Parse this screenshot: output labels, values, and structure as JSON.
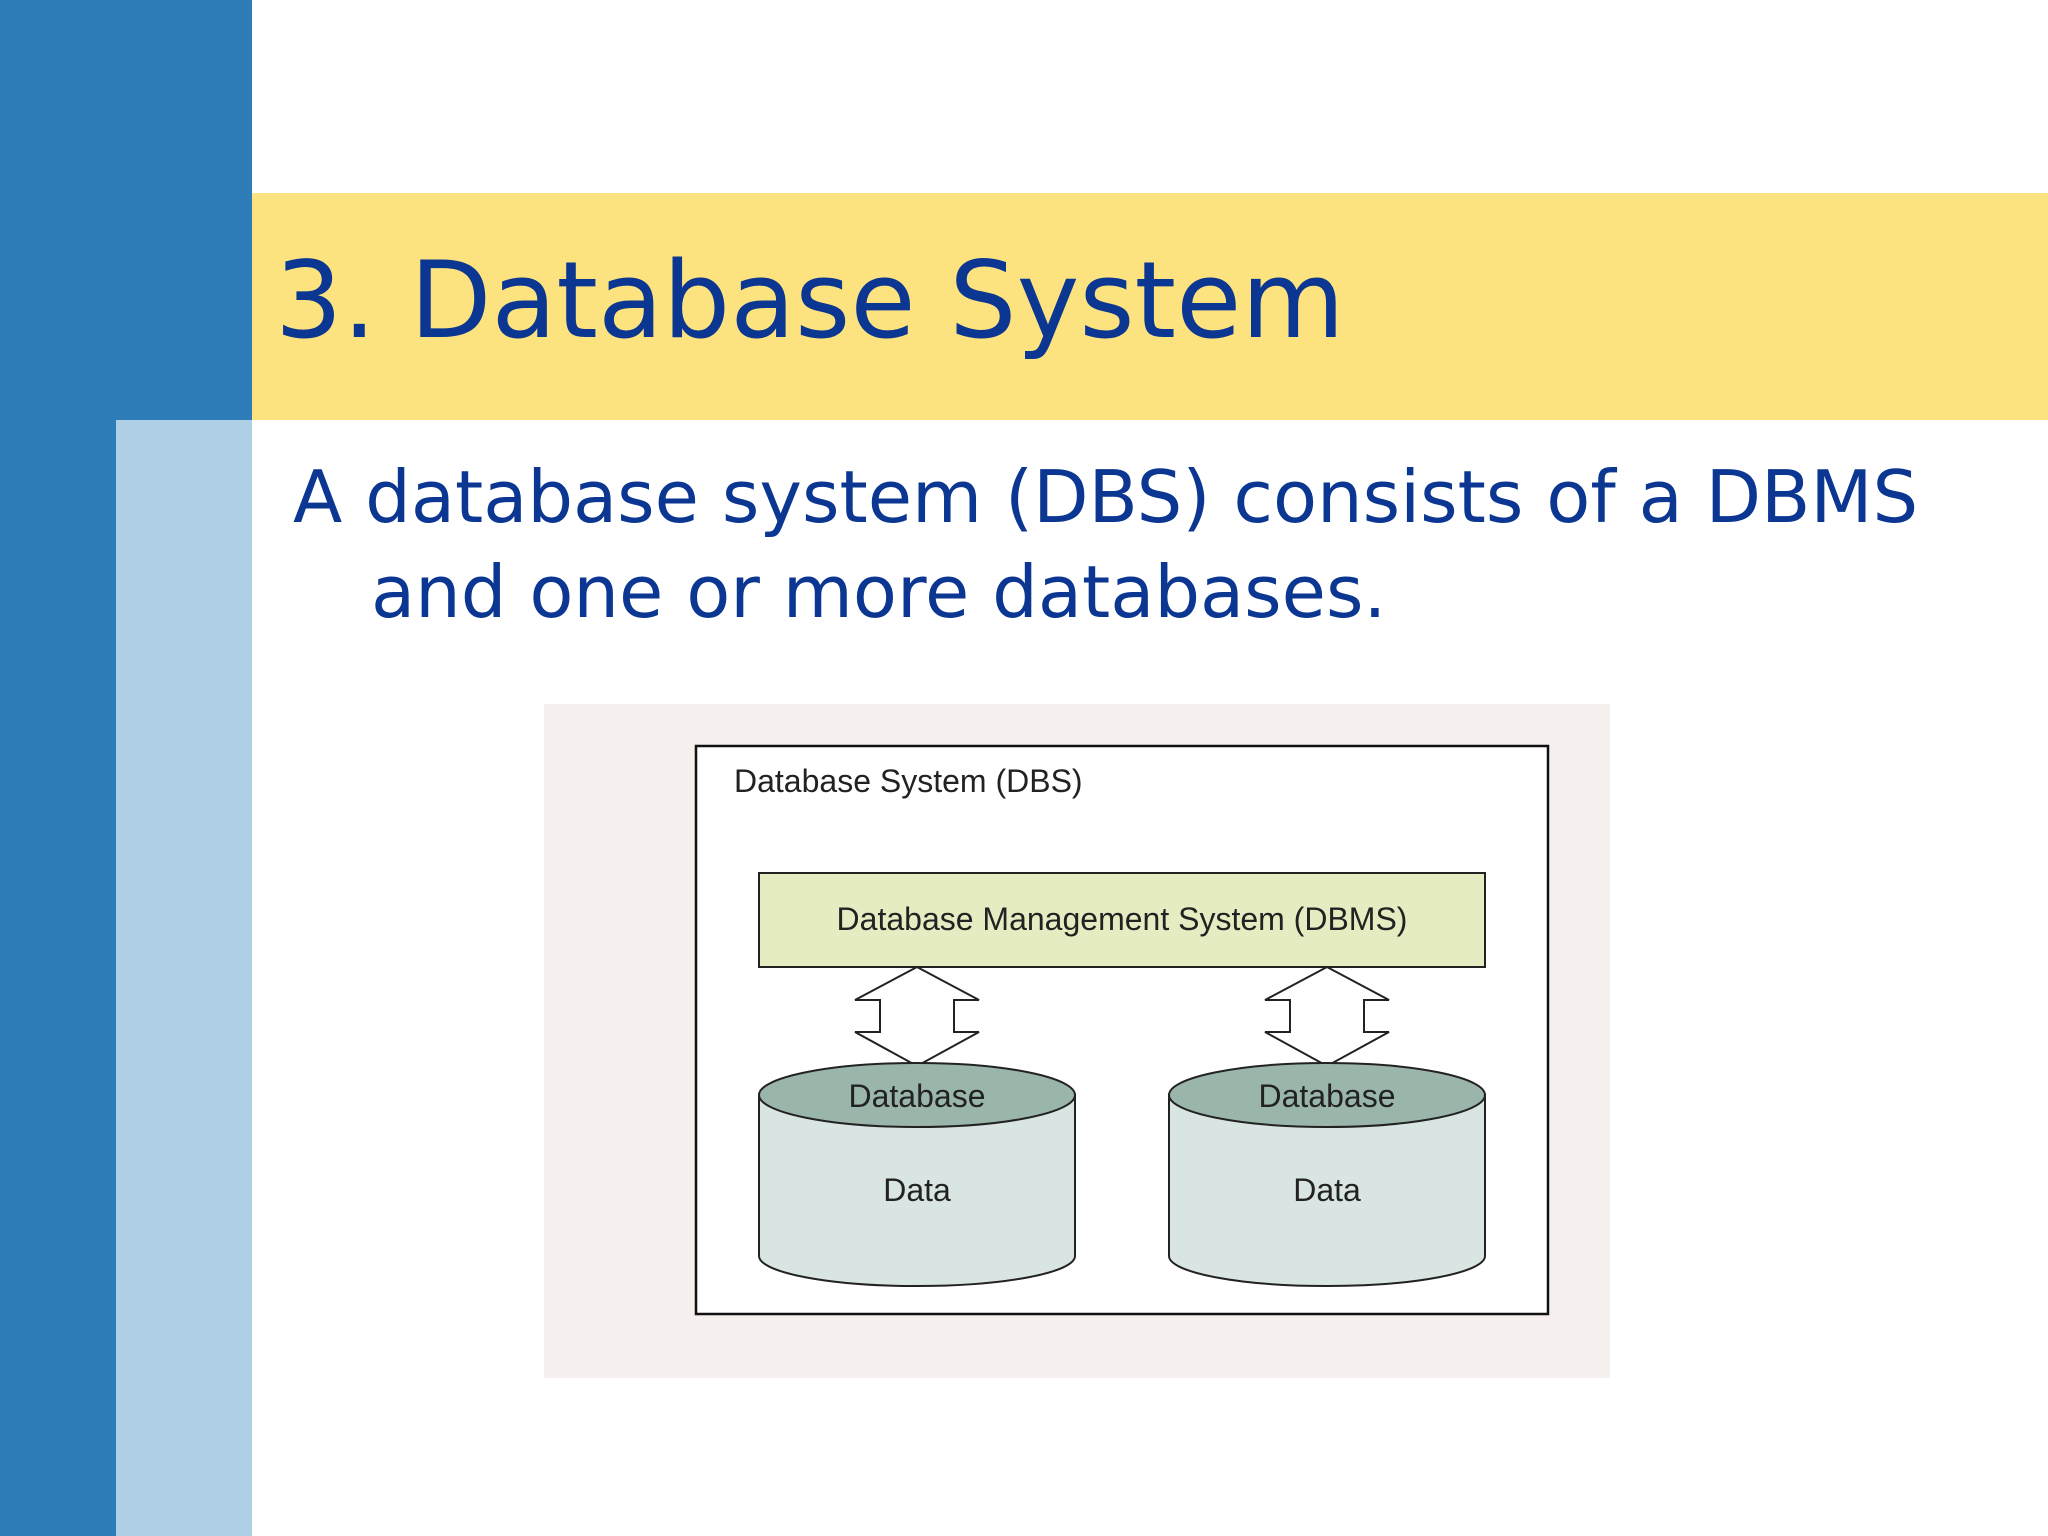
{
  "slide": {
    "title": "3. Database System",
    "body": {
      "line1": "A database system (DBS) consists of a DBMS",
      "line2": "and one or more databases."
    }
  },
  "diagram": {
    "outer_label": "Database System (DBS)",
    "dbms_label": "Database Management System (DBMS)",
    "databases": [
      {
        "header": "Database",
        "content": "Data"
      },
      {
        "header": "Database",
        "content": "Data"
      }
    ]
  },
  "colors": {
    "sidebar_dark": "#2e7cb8",
    "sidebar_light": "#aecfe6",
    "title_band": "#fde37f",
    "text": "#0b3691",
    "dbms_box": "#e6ecc1",
    "db_top": "#9ab6ab",
    "db_body": "#d9e5e2"
  }
}
